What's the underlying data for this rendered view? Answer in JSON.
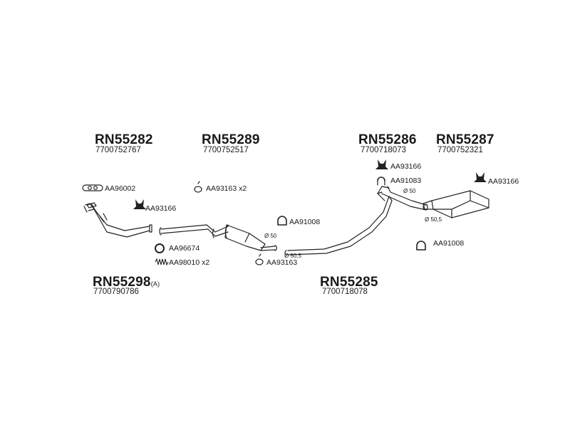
{
  "parts": {
    "p1": {
      "ref": "RN55282",
      "oem": "7700752767"
    },
    "p2": {
      "ref": "RN55289",
      "oem": "7700752517"
    },
    "p3": {
      "ref": "RN55286",
      "oem": "7700718073"
    },
    "p4": {
      "ref": "RN55287",
      "oem": "7700752321"
    },
    "p5": {
      "ref": "RN55298",
      "suffix": "(A)",
      "oem": "7700790786"
    },
    "p6": {
      "ref": "RN55285",
      "oem": "7700718078"
    }
  },
  "accessories": {
    "a1": "AA96002",
    "a2": "AA93166",
    "a3": "AA93163 x2",
    "a4": "AA91008",
    "a5": "AA96674",
    "a6": "AA98010 x2",
    "a7": "AA93163",
    "a8": "AA93166",
    "a9": "AA91083",
    "a10": "AA93166",
    "a11": "AA91008"
  },
  "diameters": {
    "d1": "Ø 50",
    "d2": "Ø 50,5",
    "d3": "Ø 50",
    "d4": "Ø 50,5"
  }
}
